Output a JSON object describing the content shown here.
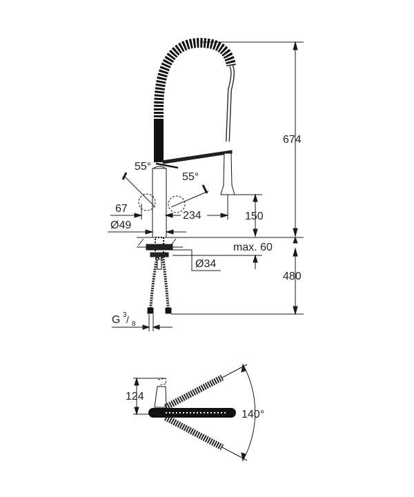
{
  "drawing": {
    "type": "technical dimension drawing",
    "subject": "pull-out spray kitchen faucet",
    "units": "mm",
    "line_color": "#1a1a1a",
    "background": "#ffffff"
  },
  "side_view": {
    "dimensions": {
      "total_height": "674",
      "spout_clearance": "150",
      "spout_reach": "234",
      "handle_clearance": "67",
      "body_diameter": "Ø49",
      "max_deck_thickness": "max. 60",
      "mounting_hole_diameter": "Ø34",
      "hose_length": "480",
      "connection_thread": "G",
      "thread_numerator": "3",
      "thread_denominator": "8"
    },
    "angles": {
      "lever_front": "55°",
      "lever_rear": "55°"
    }
  },
  "top_view": {
    "dimensions": {
      "depth": "124"
    },
    "angles": {
      "swivel_range": "140°"
    }
  }
}
